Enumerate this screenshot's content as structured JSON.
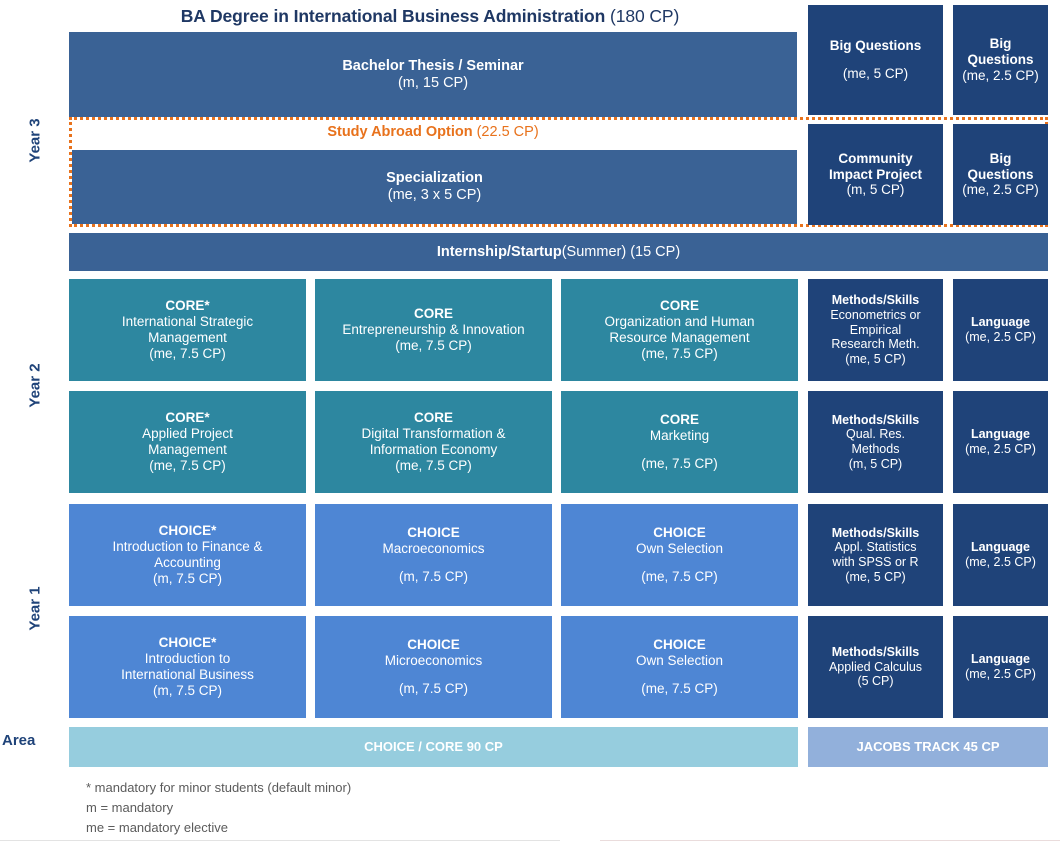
{
  "title": {
    "bold": "BA Degree in International Business Administration",
    "normal": " (180 CP)"
  },
  "side_labels": {
    "year3": "Year 3",
    "year2": "Year 2",
    "year1": "Year 1",
    "area": "Area"
  },
  "study_abroad": {
    "bold": "Study Abroad Option",
    "normal": " (22.5 CP)",
    "color": "#E8721C"
  },
  "rows": {
    "thesis": {
      "main": {
        "head": "Bachelor Thesis / Seminar",
        "cp": "(m, 15 CP)"
      },
      "methods": {
        "head": "Big Questions",
        "cp": "(me, 5 CP)"
      },
      "language": {
        "head1": "Big",
        "head2": "Questions",
        "cp": "(me, 2.5 CP)"
      }
    },
    "specialization": {
      "main": {
        "head": "Specialization",
        "cp": "(me, 3 x 5 CP)"
      },
      "methods": {
        "head1": "Community",
        "head2": "Impact Project",
        "cp": "(m, 5 CP)"
      },
      "language": {
        "head1": "Big",
        "head2": "Questions",
        "cp": "(me, 2.5 CP)"
      }
    },
    "internship": {
      "bold": "Internship/Startup",
      "normal": " (Summer) (15 CP)"
    },
    "year2_row1": {
      "col1": {
        "head": "CORE*",
        "lines": [
          "International Strategic",
          "Management"
        ],
        "cp": "(me, 7.5 CP)"
      },
      "col2": {
        "head": "CORE",
        "lines": [
          "Entrepreneurship & Innovation"
        ],
        "cp": "(me, 7.5 CP)"
      },
      "col3": {
        "head": "CORE",
        "lines": [
          "Organization and Human",
          "Resource Management"
        ],
        "cp": "(me, 7.5 CP)"
      },
      "methods": {
        "head": "Methods/Skills",
        "lines": [
          "Econometrics or",
          "Empirical",
          "Research Meth."
        ],
        "cp": "(me, 5 CP)"
      },
      "language": {
        "head": "Language",
        "cp": "(me, 2.5 CP)"
      }
    },
    "year2_row2": {
      "col1": {
        "head": "CORE*",
        "lines": [
          "Applied Project",
          "Management"
        ],
        "cp": "(me, 7.5 CP)"
      },
      "col2": {
        "head": "CORE",
        "lines": [
          "Digital Transformation &",
          "Information Economy"
        ],
        "cp": "(me, 7.5 CP)"
      },
      "col3": {
        "head": "CORE",
        "lines": [
          "Marketing"
        ],
        "cp": "(me, 7.5 CP)",
        "gap": true
      },
      "methods": {
        "head": "Methods/Skills",
        "lines": [
          "Qual. Res.",
          "Methods"
        ],
        "cp": "(m, 5 CP)"
      },
      "language": {
        "head": "Language",
        "cp": "(me, 2.5 CP)"
      }
    },
    "year1_row1": {
      "col1": {
        "head": "CHOICE*",
        "lines": [
          "Introduction to Finance &",
          "Accounting"
        ],
        "cp": "(m, 7.5 CP)"
      },
      "col2": {
        "head": "CHOICE",
        "lines": [
          "Macroeconomics"
        ],
        "cp": "(m, 7.5 CP)",
        "gap": true
      },
      "col3": {
        "head": "CHOICE",
        "lines": [
          "Own Selection"
        ],
        "cp": "(me, 7.5 CP)",
        "gap": true
      },
      "methods": {
        "head": "Methods/Skills",
        "lines": [
          "Appl. Statistics",
          "with SPSS or R"
        ],
        "cp": "(me, 5 CP)"
      },
      "language": {
        "head": "Language",
        "cp": "(me, 2.5 CP)"
      }
    },
    "year1_row2": {
      "col1": {
        "head": "CHOICE*",
        "lines": [
          "Introduction to",
          "International Business"
        ],
        "cp": "(m, 7.5 CP)"
      },
      "col2": {
        "head": "CHOICE",
        "lines": [
          "Microeconomics"
        ],
        "cp": "(m, 7.5 CP)",
        "gap": true
      },
      "col3": {
        "head": "CHOICE",
        "lines": [
          "Own Selection"
        ],
        "cp": "(me, 7.5 CP)",
        "gap": true
      },
      "methods": {
        "head": "Methods/Skills",
        "lines": [
          "Applied Calculus"
        ],
        "cp": "(5 CP)"
      },
      "language": {
        "head": "Language",
        "cp": "(me, 2.5 CP)"
      }
    },
    "area": {
      "left": "CHOICE / CORE 90 CP",
      "right": "JACOBS TRACK 45 CP"
    }
  },
  "footnotes": [
    "* mandatory for minor students (default minor)",
    "m = mandatory",
    "me = mandatory elective"
  ],
  "colors": {
    "thesis_blue": "#3A6295",
    "navy": "#1F4379",
    "core_teal": "#2D87A0",
    "choice_blue": "#4E86D4",
    "light_blue": "#96CDDE",
    "periwinkle": "#92B0DB",
    "orange": "#E8721C",
    "title_navy": "#1F3864"
  }
}
